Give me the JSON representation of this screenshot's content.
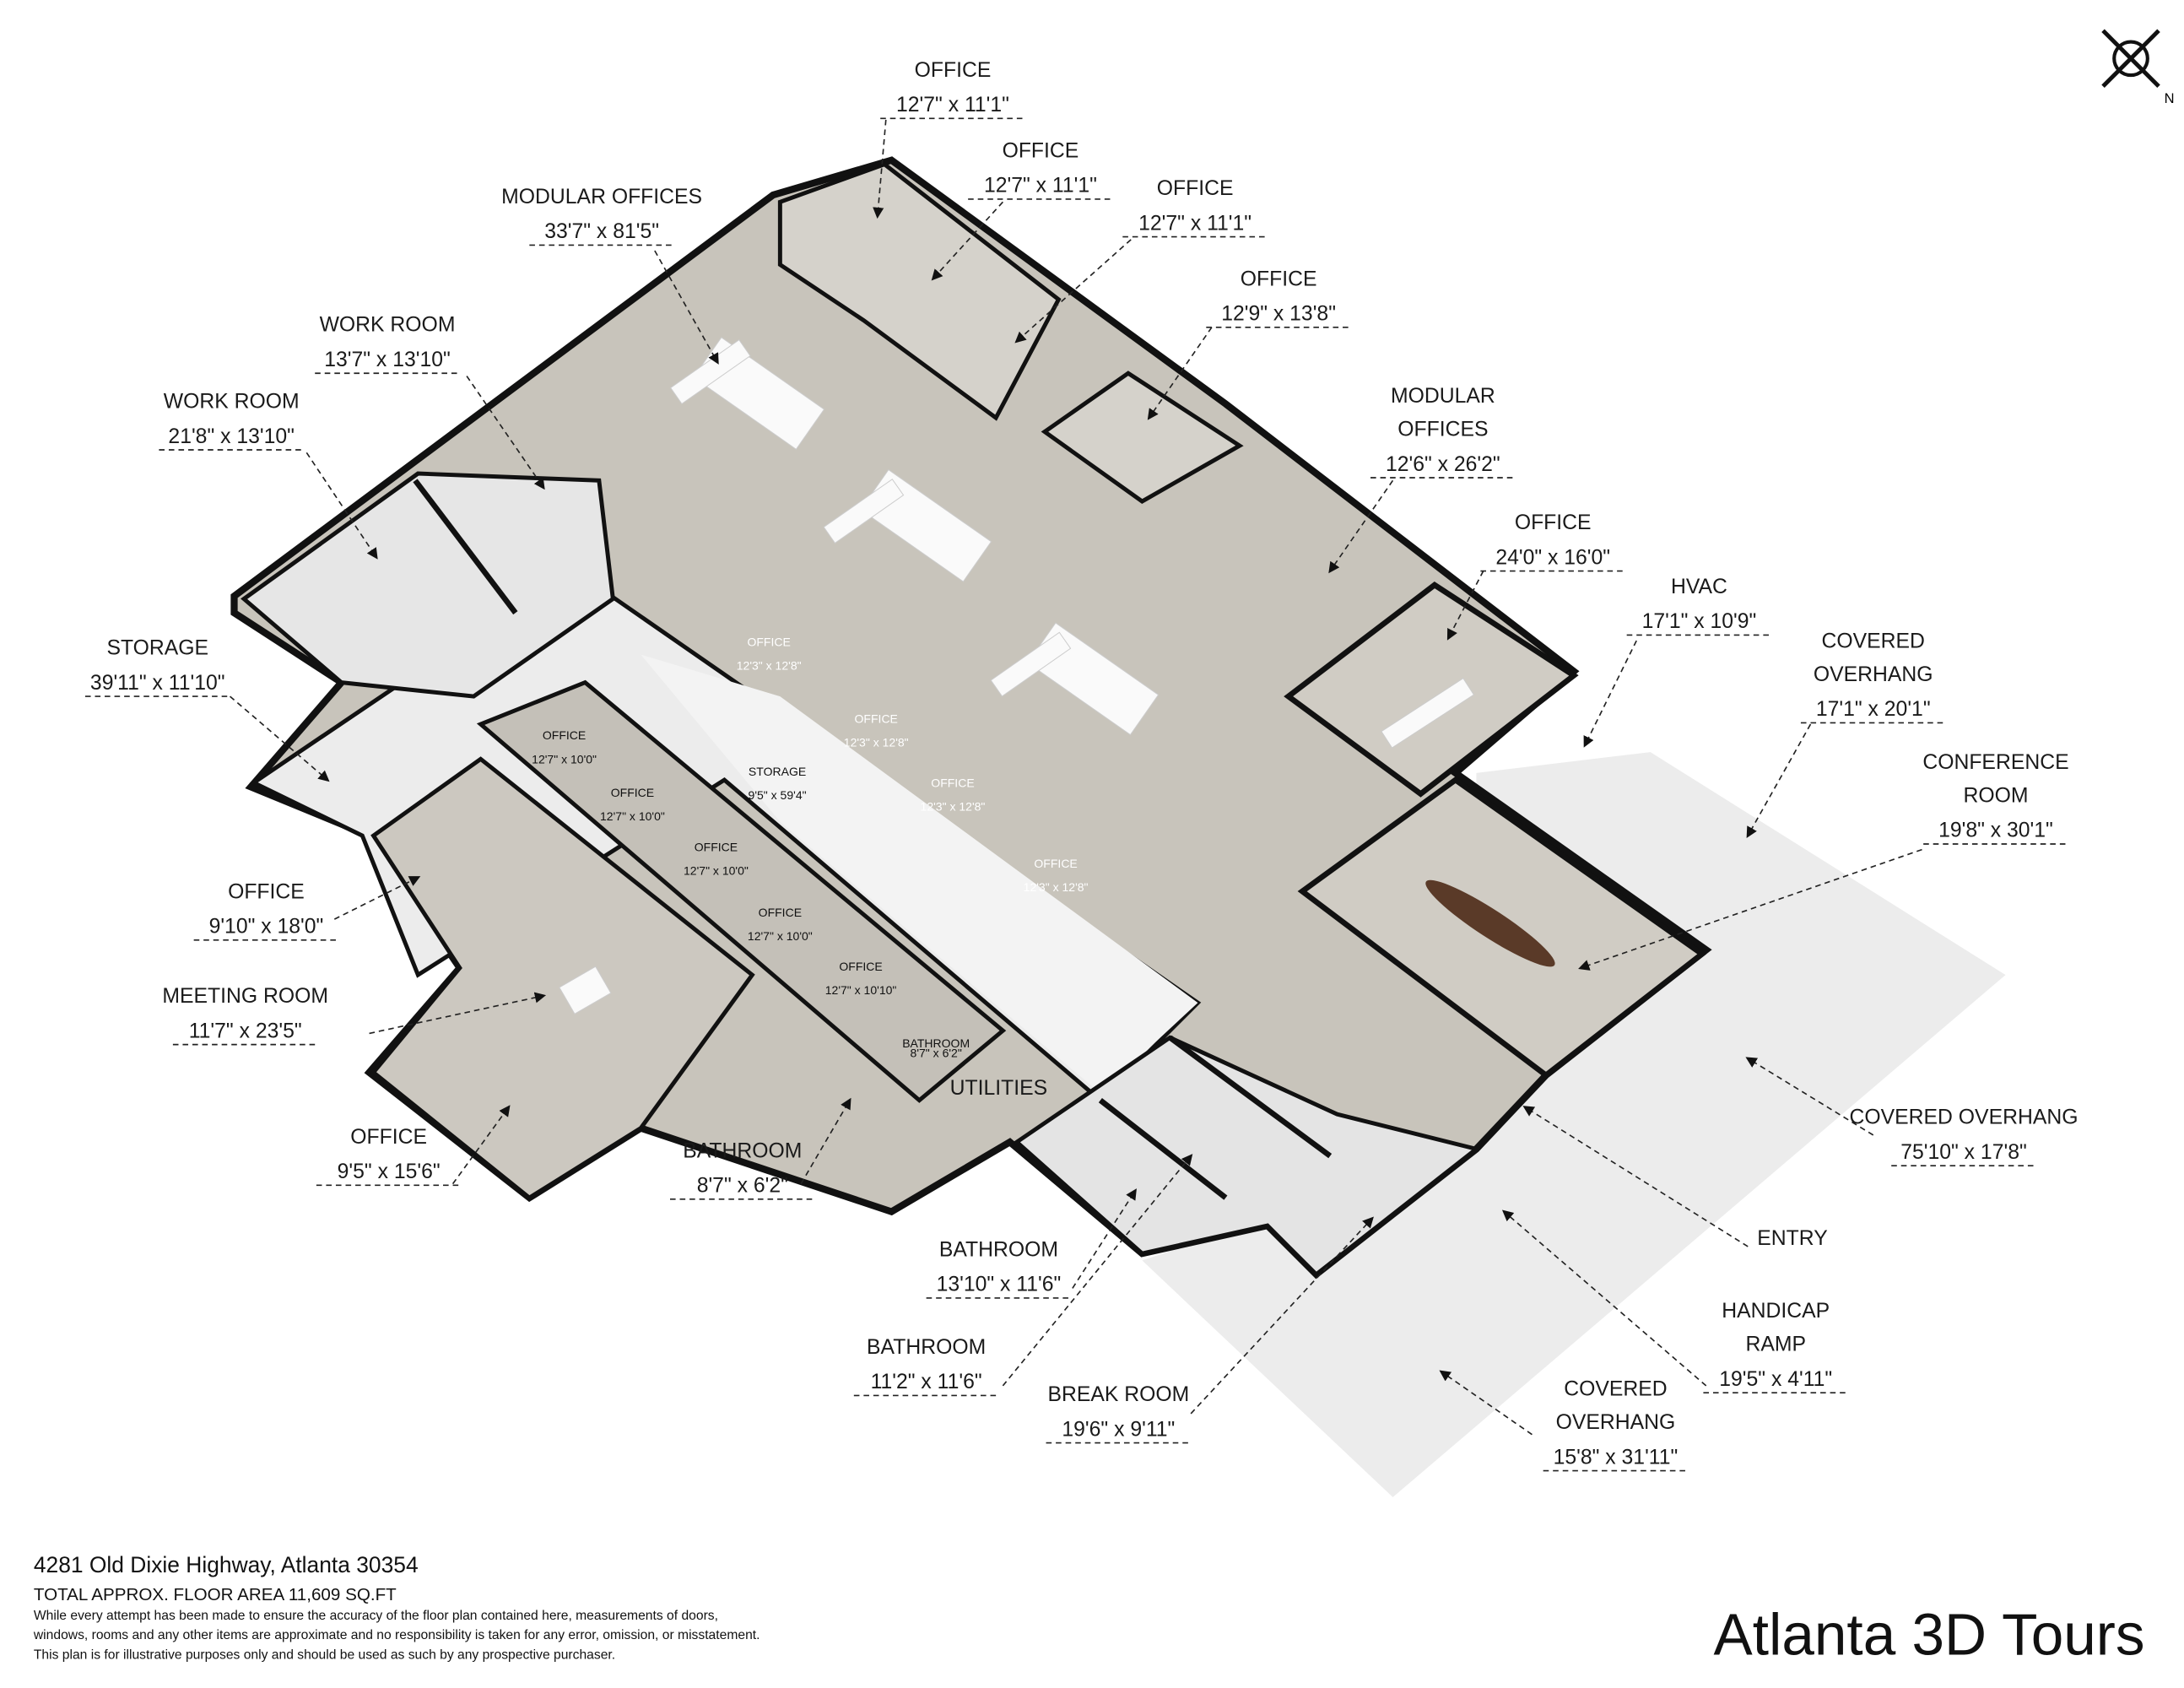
{
  "rooms": [
    {
      "name": "OFFICE",
      "dims": "12'7\" x 11'1\""
    },
    {
      "name": "OFFICE",
      "dims": "12'7\" x 11'1\""
    },
    {
      "name": "OFFICE",
      "dims": "12'7\" x 11'1\""
    },
    {
      "name": "OFFICE",
      "dims": "12'9\" x 13'8\""
    },
    {
      "name": "MODULAR OFFICES",
      "dims": "33'7\" x 81'5\""
    },
    {
      "name": "WORK ROOM",
      "dims": "13'7\" x 13'10\""
    },
    {
      "name": "WORK ROOM",
      "dims": "21'8\" x 13'10\""
    },
    {
      "name": "MODULAR",
      "name2": "OFFICES",
      "dims": "12'6\" x 26'2\""
    },
    {
      "name": "OFFICE",
      "dims": "24'0\" x 16'0\""
    },
    {
      "name": "HVAC",
      "dims": "17'1\" x 10'9\""
    },
    {
      "name": "COVERED",
      "name2": "OVERHANG",
      "dims": "17'1\" x 20'1\""
    },
    {
      "name": "CONFERENCE",
      "name2": "ROOM",
      "dims": "19'8\" x 30'1\""
    },
    {
      "name": "STORAGE",
      "dims": "39'11\" x 11'10\""
    },
    {
      "name": "OFFICE",
      "dims": "9'10\" x 18'0\""
    },
    {
      "name": "MEETING ROOM",
      "dims": "11'7\" x 23'5\""
    },
    {
      "name": "OFFICE",
      "dims": "9'5\" x 15'6\""
    },
    {
      "name": "BATHROOM",
      "dims": "8'7\" x 6'2\""
    },
    {
      "name": "UTILITIES"
    },
    {
      "name": "BATHROOM",
      "dims": "13'10\" x 11'6\""
    },
    {
      "name": "BATHROOM",
      "dims": "11'2\" x 11'6\""
    },
    {
      "name": "BREAK ROOM",
      "dims": "19'6\" x 9'11\""
    },
    {
      "name": "COVERED",
      "name2": "OVERHANG",
      "dims": "15'8\" x 31'11\""
    },
    {
      "name": "HANDICAP",
      "name2": "RAMP",
      "dims": "19'5\" x 4'11\""
    },
    {
      "name": "ENTRY"
    },
    {
      "name": "COVERED OVERHANG",
      "dims": "75'10\" x 17'8\""
    }
  ],
  "inner_rooms": [
    {
      "name": "OFFICE",
      "dims": "12'3\" x 12'8\""
    },
    {
      "name": "OFFICE",
      "dims": "12'3\" x 12'8\""
    },
    {
      "name": "OFFICE",
      "dims": "12'3\" x 12'8\""
    },
    {
      "name": "OFFICE",
      "dims": "12'3\" x 12'8\""
    },
    {
      "name": "STORAGE",
      "dims": "9'5\" x 59'4\""
    },
    {
      "name": "OFFICE",
      "dims": "12'7\" x 10'0\""
    },
    {
      "name": "OFFICE",
      "dims": "12'7\" x 10'0\""
    },
    {
      "name": "OFFICE",
      "dims": "12'7\" x 10'0\""
    },
    {
      "name": "OFFICE",
      "dims": "12'7\" x 10'0\""
    },
    {
      "name": "OFFICE",
      "dims": "12'7\" x 10'10\""
    },
    {
      "name": "BATHROOM",
      "dims": "8'7\" x 6'2\""
    }
  ],
  "compass": {
    "label": "N"
  },
  "footer": {
    "address": "4281 Old Dixie Highway, Atlanta 30354",
    "area": "TOTAL APPROX. FLOOR AREA 11,609 SQ.FT",
    "disclaimer1": "While  every attempt has been made to ensure the accuracy of the floor plan contained here, measurements of doors,",
    "disclaimer2": "windows, rooms and any other items are approximate and no responsibility is taken for any error, omission, or misstatement.",
    "disclaimer3": "This plan is for illustrative purposes only and should be used as such by any prospective purchaser."
  },
  "logo": "Atlanta 3D Tours",
  "colors": {
    "floor": "#c8c4bb",
    "corridor": "#ececec",
    "overhang": "#ebebeb",
    "wall": "#111111",
    "table": "#5a3a28"
  }
}
